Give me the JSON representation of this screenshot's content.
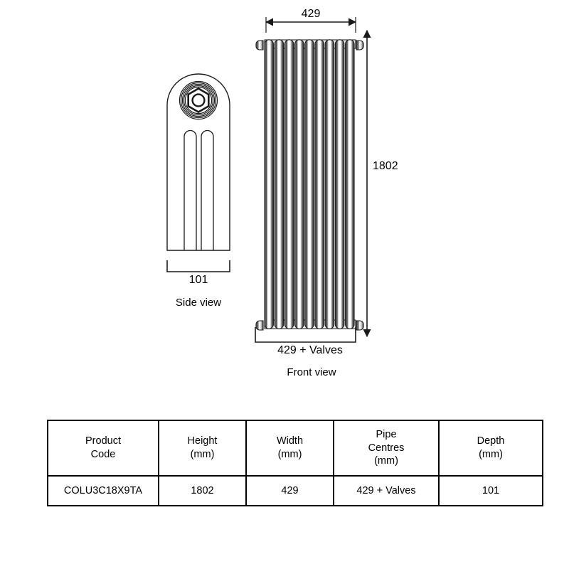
{
  "drawing": {
    "title_front": "Front view",
    "title_side": "Side view",
    "dimensions": {
      "width_top": "429",
      "height_right": "1802",
      "width_bottom": "429 + Valves",
      "depth_side": "101"
    },
    "front_view": {
      "columns": 9,
      "column_depth": 3
    },
    "side_view": {
      "column_depth": 3
    },
    "line_color": "#1a1a1a",
    "fill_color": "#ffffff"
  },
  "spec_table": {
    "headers": [
      {
        "line1": "Product",
        "line2": "Code",
        "line3": ""
      },
      {
        "line1": "Height",
        "line2": "(mm)",
        "line3": ""
      },
      {
        "line1": "Width",
        "line2": "(mm)",
        "line3": ""
      },
      {
        "line1": "Pipe",
        "line2": "Centres",
        "line3": "(mm)"
      },
      {
        "line1": "Depth",
        "line2": "(mm)",
        "line3": ""
      }
    ],
    "rows": [
      {
        "product_code": "COLU3C18X9TA",
        "height": "1802",
        "width": "429",
        "pipe_centres": "429 + Valves",
        "depth": "101"
      }
    ]
  }
}
